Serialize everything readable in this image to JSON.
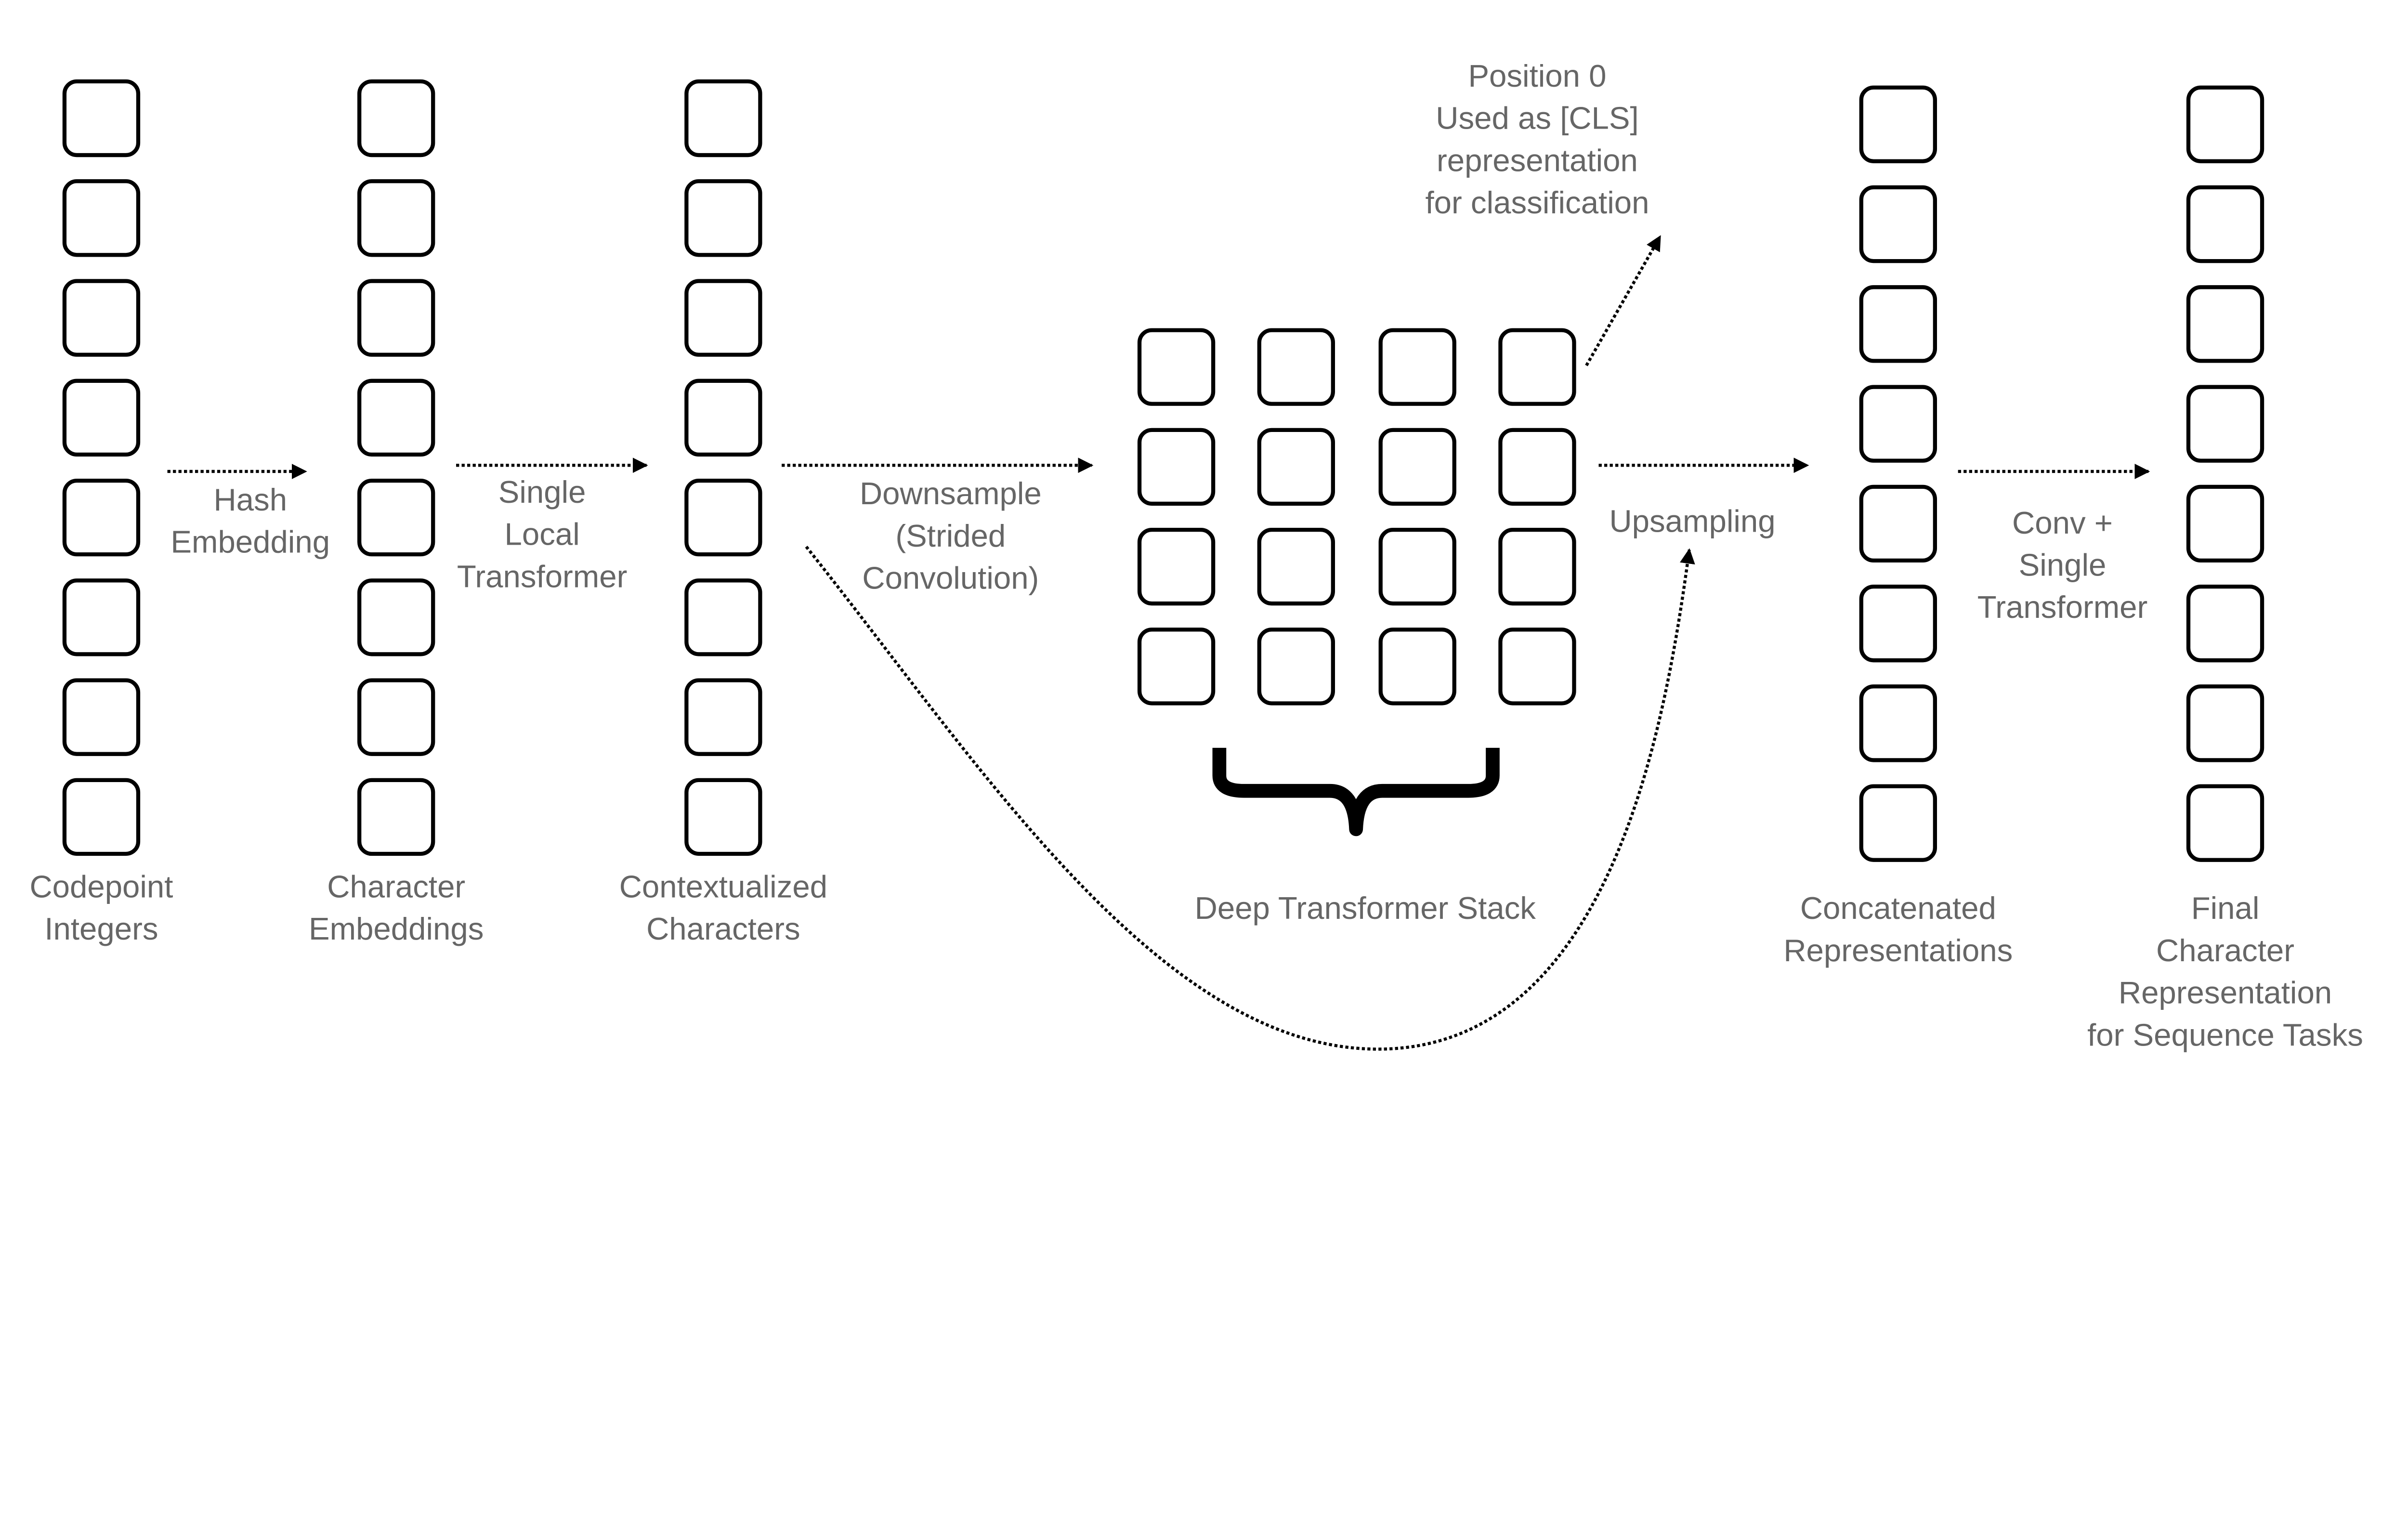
{
  "columns": [
    {
      "label": [
        "Codepoint",
        "Integers"
      ]
    },
    {
      "label": [
        "Character",
        "Embeddings"
      ]
    },
    {
      "label": [
        "Contextualized",
        "Characters"
      ]
    },
    {
      "label": [
        "Concatenated",
        "Representations"
      ]
    },
    {
      "label": [
        "Final",
        "Character",
        "Representation",
        "for Sequence Tasks"
      ]
    }
  ],
  "transitions": {
    "hash_embedding": [
      "Hash",
      "Embedding"
    ],
    "local_transformer": [
      "Single",
      "Local",
      "Transformer"
    ],
    "downsample": [
      "Downsample",
      "(Strided",
      "Convolution)"
    ],
    "upsampling": [
      "Upsampling"
    ],
    "conv_transformer": [
      "Conv +",
      "Single",
      "Transformer"
    ]
  },
  "cls_note": [
    "Position 0",
    "Used as [CLS]",
    "representation",
    "for classification"
  ],
  "deep_stack_label": "Deep Transformer Stack",
  "colors": {
    "text": "#666666",
    "stroke": "#000000"
  }
}
